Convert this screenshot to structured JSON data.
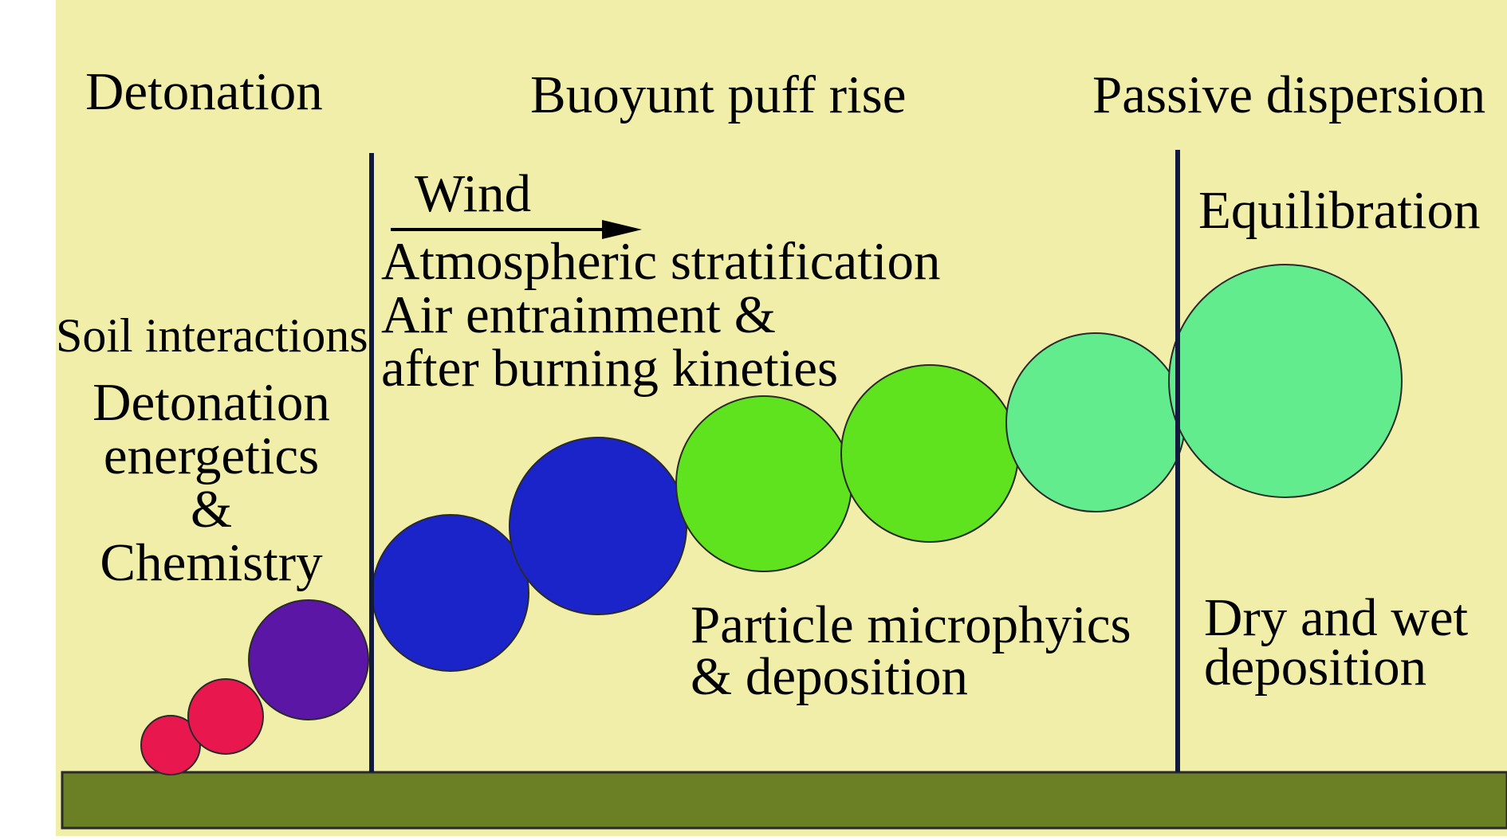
{
  "colors": {
    "background": "#f0eea8",
    "ground": "#6b7f24",
    "divider": "#111a3c",
    "outline": "#2a2a2a"
  },
  "phases": {
    "detonation": "Detonation",
    "buoyant": "Buoyunt puff rise",
    "passive": "Passive dispersion"
  },
  "labels": {
    "wind": "Wind",
    "atm_lines": [
      "Atmospheric stratification",
      "Air entrainment &",
      "after burning kineties"
    ],
    "soil": "Soil interactions",
    "energetics_lines": [
      "Detonation",
      "energetics",
      "&",
      "Chemistry"
    ],
    "equilibration": "Equilibration",
    "particle_lines": [
      "Particle microphyics",
      "& deposition"
    ],
    "drywet_lines": [
      "Dry and wet",
      "deposition"
    ]
  },
  "puffs": [
    {
      "name": "puff-1",
      "color": "#e8184e"
    },
    {
      "name": "puff-2",
      "color": "#e8184e"
    },
    {
      "name": "puff-3",
      "color": "#5b16a6"
    },
    {
      "name": "puff-4",
      "color": "#1a24c8"
    },
    {
      "name": "puff-5",
      "color": "#1a24c8"
    },
    {
      "name": "puff-6",
      "color": "#5fe31e"
    },
    {
      "name": "puff-7",
      "color": "#5fe31e"
    },
    {
      "name": "puff-8",
      "color": "#62ec8e"
    },
    {
      "name": "puff-9",
      "color": "#62ec8e"
    }
  ]
}
